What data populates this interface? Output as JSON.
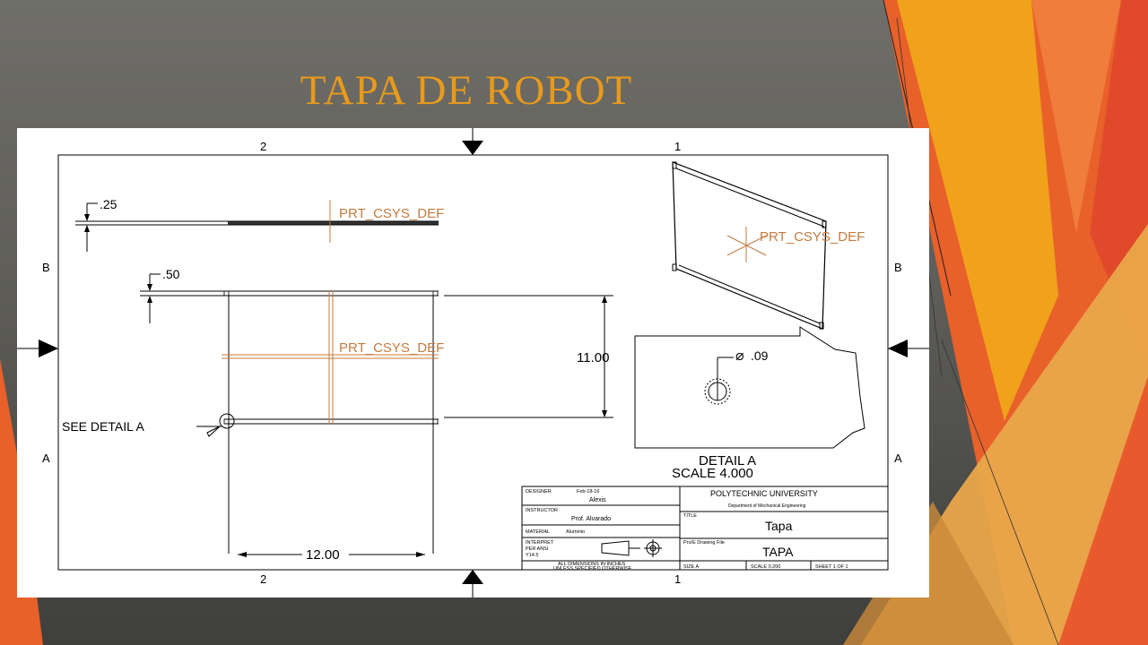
{
  "slide": {
    "title": "TAPA DE ROBOT",
    "colors": {
      "title": "#e89a1c",
      "accent_orange": "#e8602a",
      "accent_gold": "#f0a21a",
      "background": "#5e5d58"
    }
  },
  "drawing": {
    "zone_labels": {
      "top_left": "2",
      "top_right": "1",
      "bottom_left": "2",
      "bottom_right": "1",
      "left_upper": "B",
      "left_lower": "A",
      "right_upper": "B",
      "right_lower": "A"
    },
    "csys_label": "PRT_CSYS_DEF",
    "dimensions": {
      "thickness": ".25",
      "offset": ".50",
      "height": "11.00",
      "width": "12.00",
      "hole": ".09"
    },
    "detail_callout": "SEE DETAIL  A",
    "detail_title": "DETAIL  A",
    "detail_scale": "SCALE  4.000",
    "title_block": {
      "designer_label": "DESIGNER",
      "designer_date": "Feb-18-16",
      "designer_name": "Alexis",
      "instructor_label": "INSTRUCTOR",
      "instructor_name": "Prof. Alvarado",
      "material_label": "MATERIAL",
      "material_value": "Aluminio",
      "interpret_line1": "INTERPRET",
      "interpret_line2": "PER ANSI",
      "interpret_line3": "Y14.5",
      "dimensions_note_line1": "ALL DIMENSIONS IN INCHES",
      "dimensions_note_line2": "UNLESS SPECIFIED OTHERWISE",
      "university": "POLYTECHNIC UNIVERSITY",
      "department": "Department of Mechanical Engineering",
      "title_label": "TITLE",
      "title_value": "Tapa",
      "file_label": "Pro/E Drawing File",
      "file_value": "TAPA",
      "size": "SIZE A",
      "scale": "SCALE 0.200",
      "sheet": "SHEET 1 OF 1"
    }
  }
}
